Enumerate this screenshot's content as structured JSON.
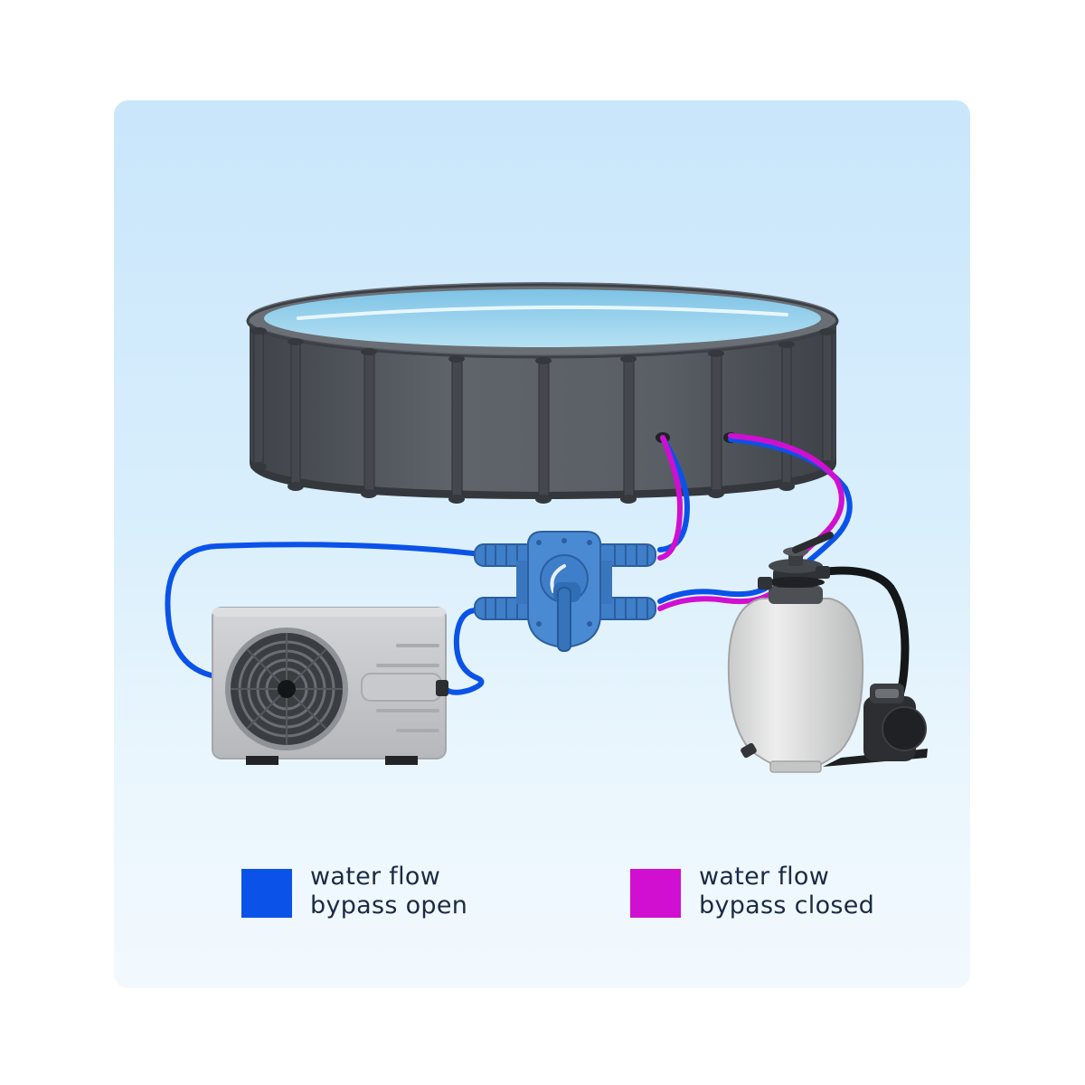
{
  "colors": {
    "bypass_open": "#0b52e8",
    "bypass_closed": "#d00fd0",
    "pool_wall": "#575c63",
    "pool_water": "#9dd3ec",
    "fitting": "#3f7ec8",
    "heat_pump_body": "#c4c6c9",
    "filter_tank": "#e2e3e3",
    "pump": "#2c2e31"
  },
  "components": {
    "pool": "above-ground-pool",
    "heat_pump": "heat-pump",
    "bypass_valve": "bypass-valve",
    "sand_filter": "sand-filter",
    "pump": "filter-pump"
  },
  "legend": [
    {
      "line1": "water flow",
      "line2": "bypass open",
      "swatch_color": "#0b52e8"
    },
    {
      "line1": "water flow",
      "line2": "bypass closed",
      "swatch_color": "#d00fd0"
    }
  ]
}
